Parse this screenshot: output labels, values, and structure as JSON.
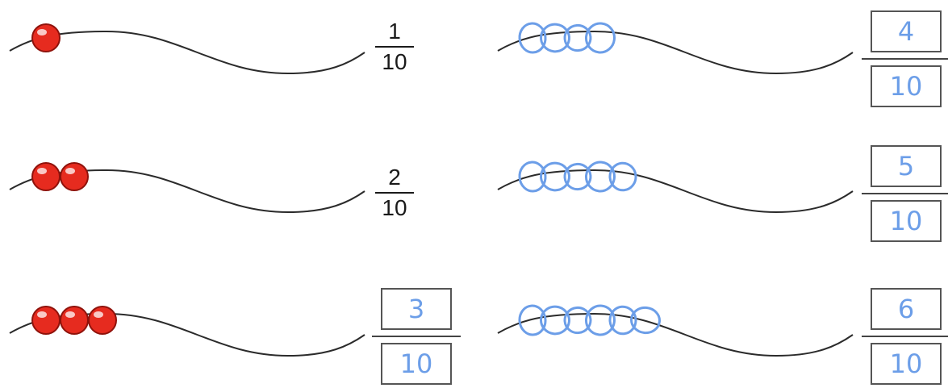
{
  "colors": {
    "string": "#2b2b2b",
    "bead_fill": "#e62b1f",
    "bead_outline": "#8f120b",
    "drawn_bead": "#6c9ee8",
    "handwriting": "#6c9ee8",
    "box_border": "#555555"
  },
  "rows": [
    {
      "left": {
        "beads": 1,
        "numerator": "1",
        "denominator": "10",
        "boxed": false
      },
      "right": {
        "drawn_beads": 4,
        "numerator": "4",
        "denominator": "10",
        "boxed": true
      }
    },
    {
      "left": {
        "beads": 2,
        "numerator": "2",
        "denominator": "10",
        "boxed": false
      },
      "right": {
        "drawn_beads": 5,
        "numerator": "5",
        "denominator": "10",
        "boxed": true
      }
    },
    {
      "left": {
        "beads": 3,
        "numerator": "3",
        "denominator": "10",
        "boxed": true
      },
      "right": {
        "drawn_beads": 6,
        "numerator": "6",
        "denominator": "10",
        "boxed": true
      }
    }
  ]
}
